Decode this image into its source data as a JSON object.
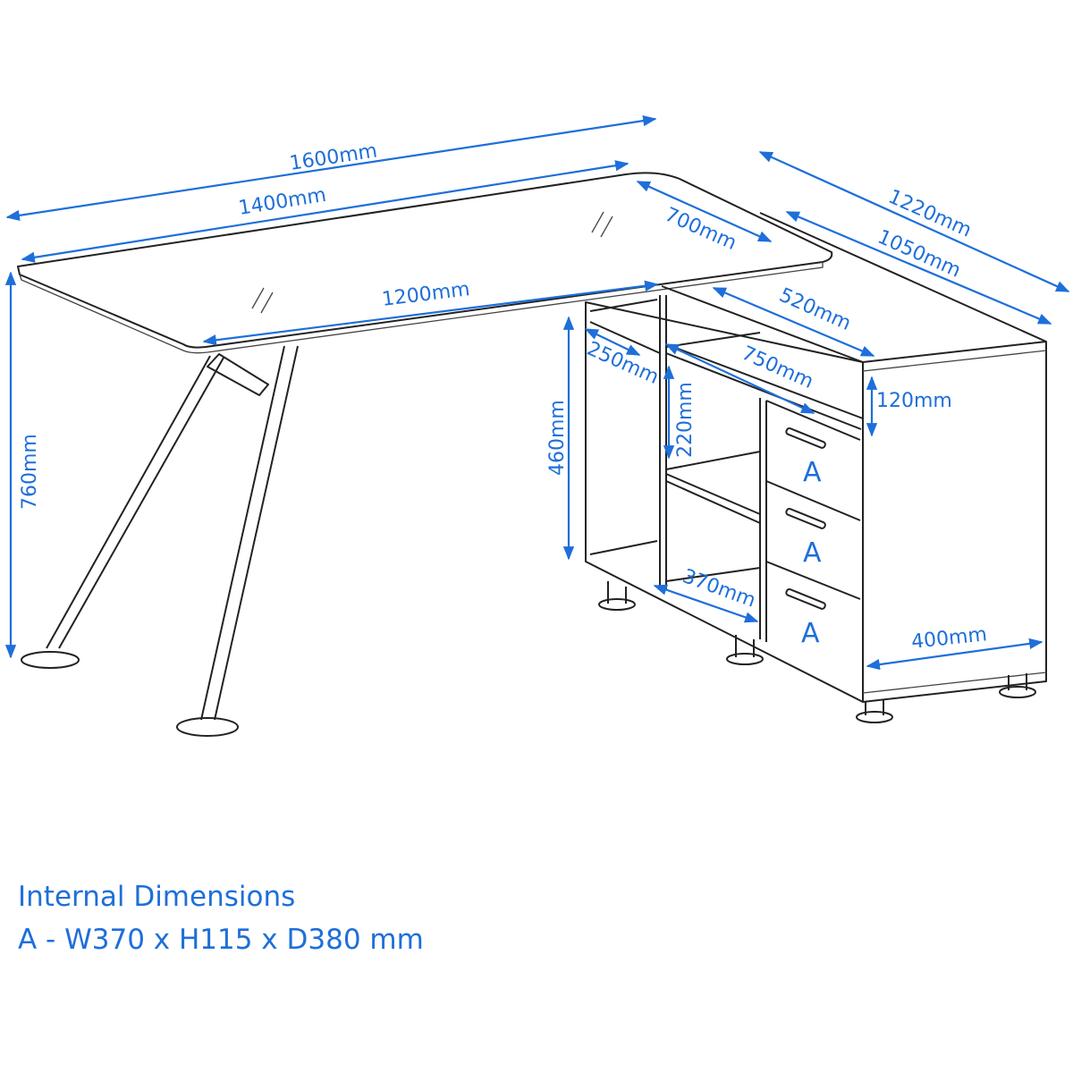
{
  "dimensions": {
    "overall_width": "1600mm",
    "desk_width": "1400mm",
    "top_front": "1200mm",
    "desk_depth": "700mm",
    "return_length": "1220mm",
    "cabinet_length": "1050mm",
    "cabinet_top": "520mm",
    "shelf_width": "750mm",
    "side_shelf": "250mm",
    "shelf_height": "220mm",
    "cabinet_height": "460mm",
    "drawer_gap": "120mm",
    "lower_shelf": "370mm",
    "cabinet_depth": "400mm",
    "desk_height": "760mm"
  },
  "drawer_labels": [
    "A",
    "A",
    "A"
  ],
  "notes": {
    "title": "Internal Dimensions",
    "line": "A - W370 x H115 x D380 mm"
  },
  "colors": {
    "accent": "#1e6fd9",
    "line": "#222222"
  }
}
